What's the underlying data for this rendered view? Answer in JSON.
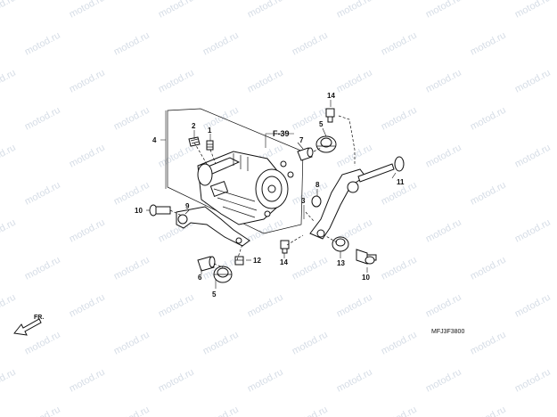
{
  "watermark": "motod.ru",
  "reference": "F-39",
  "diagram_code": "MFJ3F3800",
  "direction_label": "FR.",
  "callouts": [
    "1",
    "2",
    "3",
    "4",
    "5",
    "5",
    "6",
    "7",
    "8",
    "9",
    "10",
    "10",
    "11",
    "12",
    "13",
    "14",
    "14"
  ]
}
